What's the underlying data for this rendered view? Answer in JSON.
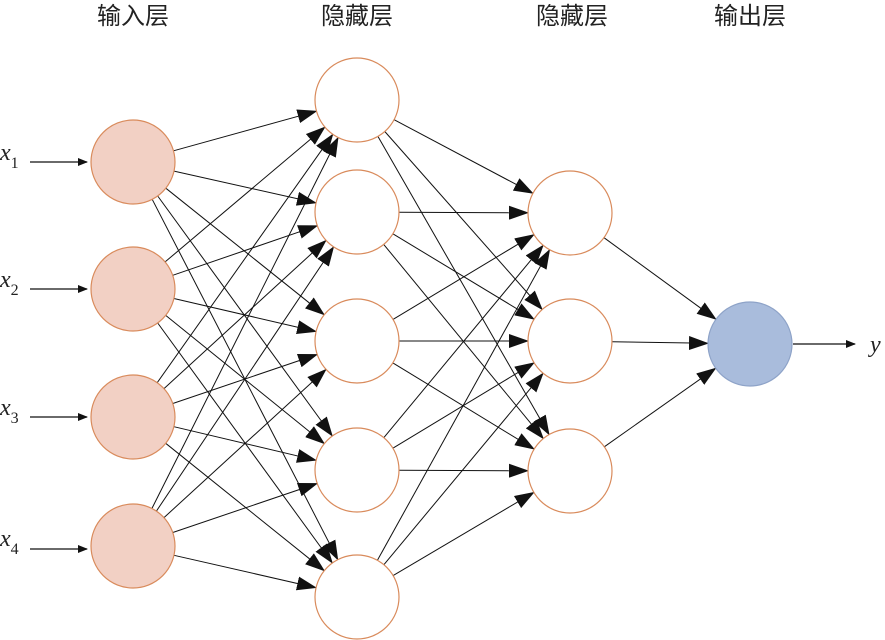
{
  "layer_labels": [
    "输入层",
    "隐藏层",
    "隐藏层",
    "输出层"
  ],
  "inputs": [
    {
      "var": "x",
      "sub": "1"
    },
    {
      "var": "x",
      "sub": "2"
    },
    {
      "var": "x",
      "sub": "3"
    },
    {
      "var": "x",
      "sub": "4"
    }
  ],
  "output": {
    "var": "y"
  },
  "layer_sizes": [
    4,
    5,
    3,
    1
  ],
  "colors": {
    "input_fill": "#f2d0c4",
    "input_stroke": "#d98b5c",
    "hidden_fill": "#ffffff",
    "hidden_stroke": "#d98b5c",
    "output_fill": "#a9bcdc",
    "output_stroke": "#8ea3c8",
    "edge": "#111111"
  }
}
